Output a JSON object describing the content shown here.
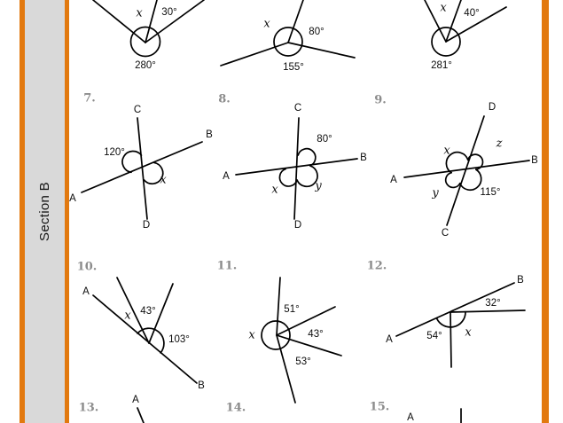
{
  "sidebar": {
    "label": "Section B"
  },
  "colors": {
    "accent_orange": "#E2790F",
    "sidebar_gray": "#D9D9D9",
    "number_gray": "#8C8C8C",
    "ink": "#000000"
  },
  "figures": [
    {
      "name": "cutoff-top-left",
      "number": "",
      "labels": [
        "x",
        "30°",
        "280°"
      ]
    },
    {
      "name": "cutoff-top-middle",
      "number": "",
      "labels": [
        "x",
        "80°",
        "155°"
      ]
    },
    {
      "name": "cutoff-top-right",
      "number": "",
      "labels": [
        "x",
        "40°",
        "281°"
      ]
    },
    {
      "name": "problem-7",
      "number": "7.",
      "labels": [
        "C",
        "B",
        "A",
        "D",
        "120°",
        "x"
      ]
    },
    {
      "name": "problem-8",
      "number": "8.",
      "labels": [
        "C",
        "B",
        "A",
        "D",
        "80°",
        "x",
        "y"
      ]
    },
    {
      "name": "problem-9",
      "number": "9.",
      "labels": [
        "D",
        "B",
        "A",
        "C",
        "x",
        "z",
        "y",
        "115°"
      ]
    },
    {
      "name": "problem-10",
      "number": "10.",
      "labels": [
        "A",
        "B",
        "x",
        "43°",
        "103°"
      ]
    },
    {
      "name": "problem-11",
      "number": "11.",
      "labels": [
        "x",
        "51°",
        "43°",
        "53°"
      ]
    },
    {
      "name": "problem-12",
      "number": "12.",
      "labels": [
        "B",
        "32°",
        "A",
        "54°",
        "x"
      ]
    },
    {
      "name": "problem-13",
      "number": "13.",
      "labels": [
        "A"
      ]
    },
    {
      "name": "problem-14",
      "number": "14.",
      "labels": []
    },
    {
      "name": "problem-15",
      "number": "15.",
      "labels": [
        "A"
      ]
    }
  ]
}
